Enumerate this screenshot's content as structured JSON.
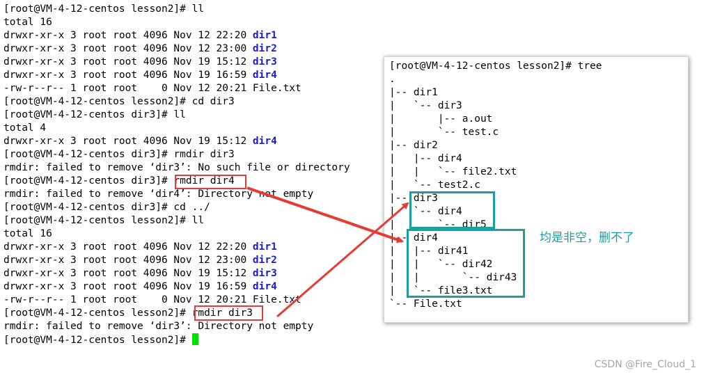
{
  "terminal": {
    "lines": [
      {
        "parts": [
          {
            "t": "[root@VM-4-12-centos lesson2]# ll"
          }
        ]
      },
      {
        "parts": [
          {
            "t": "total 16"
          }
        ]
      },
      {
        "parts": [
          {
            "t": "drwxr-xr-x 3 root root 4096 Nov 12 22:20 "
          },
          {
            "t": "dir1",
            "c": "dirname"
          }
        ]
      },
      {
        "parts": [
          {
            "t": "drwxr-xr-x 3 root root 4096 Nov 12 23:00 "
          },
          {
            "t": "dir2",
            "c": "dirname"
          }
        ]
      },
      {
        "parts": [
          {
            "t": "drwxr-xr-x 3 root root 4096 Nov 19 15:12 "
          },
          {
            "t": "dir3",
            "c": "dirname"
          }
        ]
      },
      {
        "parts": [
          {
            "t": "drwxr-xr-x 3 root root 4096 Nov 19 16:59 "
          },
          {
            "t": "dir4",
            "c": "dirname"
          }
        ]
      },
      {
        "parts": [
          {
            "t": "-rw-r--r-- 1 root root    0 Nov 12 20:21 File.txt"
          }
        ]
      },
      {
        "parts": [
          {
            "t": "[root@VM-4-12-centos lesson2]# cd dir3"
          }
        ]
      },
      {
        "parts": [
          {
            "t": "[root@VM-4-12-centos dir3]# ll"
          }
        ]
      },
      {
        "parts": [
          {
            "t": "total 4"
          }
        ]
      },
      {
        "parts": [
          {
            "t": "drwxr-xr-x 3 root root 4096 Nov 19 15:12 "
          },
          {
            "t": "dir4",
            "c": "dirname"
          }
        ]
      },
      {
        "parts": [
          {
            "t": "[root@VM-4-12-centos dir3]# rmdir dir3"
          }
        ]
      },
      {
        "parts": [
          {
            "t": "rmdir: failed to remove ‘dir3’: No such file or directory"
          }
        ]
      },
      {
        "parts": [
          {
            "t": "[root@VM-4-12-centos dir3]# "
          },
          {
            "t": "rmdir dir4"
          }
        ]
      },
      {
        "parts": [
          {
            "t": "rmdir: failed to remove ‘dir4’: Directory not empty"
          }
        ]
      },
      {
        "parts": [
          {
            "t": "[root@VM-4-12-centos dir3]# cd ../"
          }
        ]
      },
      {
        "parts": [
          {
            "t": "[root@VM-4-12-centos lesson2]# ll"
          }
        ]
      },
      {
        "parts": [
          {
            "t": "total 16"
          }
        ]
      },
      {
        "parts": [
          {
            "t": "drwxr-xr-x 3 root root 4096 Nov 12 22:20 "
          },
          {
            "t": "dir1",
            "c": "dirname"
          }
        ]
      },
      {
        "parts": [
          {
            "t": "drwxr-xr-x 3 root root 4096 Nov 12 23:00 "
          },
          {
            "t": "dir2",
            "c": "dirname"
          }
        ]
      },
      {
        "parts": [
          {
            "t": "drwxr-xr-x 3 root root 4096 Nov 19 15:12 "
          },
          {
            "t": "dir3",
            "c": "dirname"
          }
        ]
      },
      {
        "parts": [
          {
            "t": "drwxr-xr-x 3 root root 4096 Nov 19 16:59 "
          },
          {
            "t": "dir4",
            "c": "dirname"
          }
        ]
      },
      {
        "parts": [
          {
            "t": "-rw-r--r-- 1 root root    0 Nov 12 20:21 File.txt"
          }
        ]
      },
      {
        "parts": [
          {
            "t": "[root@VM-4-12-centos lesson2]# "
          },
          {
            "t": "rmdir dir3"
          }
        ]
      },
      {
        "parts": [
          {
            "t": "rmdir: failed to remove ‘dir3’: Directory not empty"
          }
        ]
      },
      {
        "parts": [
          {
            "t": "[root@VM-4-12-centos lesson2]# "
          }
        ],
        "cursor": true
      }
    ]
  },
  "tree_window": {
    "lines": [
      "[root@VM-4-12-centos lesson2]# tree",
      ".",
      "|-- dir1",
      "|   `-- dir3",
      "|       |-- a.out",
      "|       `-- test.c",
      "|-- dir2",
      "|   |-- dir4",
      "|   |   `-- file2.txt",
      "|   `-- test2.c",
      "|-- dir3",
      "|   `-- dir4",
      "|       `-- dir5",
      "|-- dir4",
      "|   |-- dir41",
      "|   |   `-- dir42",
      "|   |       `-- dir43",
      "|   `-- file3.txt",
      "`-- File.txt"
    ]
  },
  "annotation": {
    "note": "均是非空，删不了",
    "watermark": "CSDN @Fire_Cloud_1"
  },
  "colors": {
    "dirname": "#1a1ad6",
    "highlight_red": "#e83a35",
    "highlight_teal": "#19a0a0",
    "cursor": "#00e000"
  }
}
